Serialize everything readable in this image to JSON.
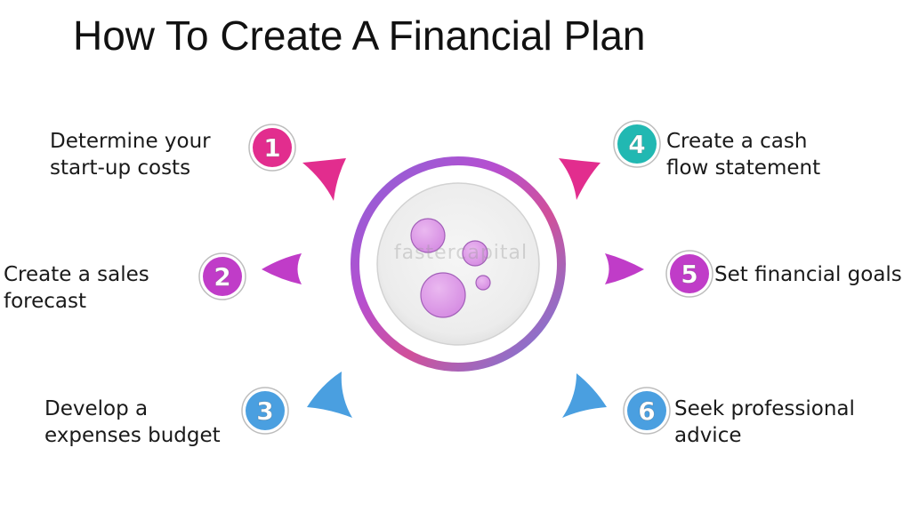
{
  "title": "How To Create A Financial Plan",
  "watermark": "fastercapital",
  "colors": {
    "pink": "#e22d8e",
    "magenta": "#c03cc8",
    "blue": "#4a9fe0",
    "teal": "#21b8b2",
    "orchid": "#c969dd",
    "bubble": "#dc9ae6"
  },
  "steps": [
    {
      "number": "1",
      "label": "Determine your\nstart-up costs",
      "color": "#e22d8e"
    },
    {
      "number": "2",
      "label": "Create a sales\nforecast",
      "color": "#c03cc8"
    },
    {
      "number": "3",
      "label": "Develop a\nexpenses budget",
      "color": "#4a9fe0"
    },
    {
      "number": "4",
      "label": "Create a cash\nflow statement",
      "color": "#21b8b2"
    },
    {
      "number": "5",
      "label": "Set financial goals",
      "color": "#c03cc8"
    },
    {
      "number": "6",
      "label": "Seek professional\nadvice",
      "color": "#4a9fe0"
    }
  ]
}
